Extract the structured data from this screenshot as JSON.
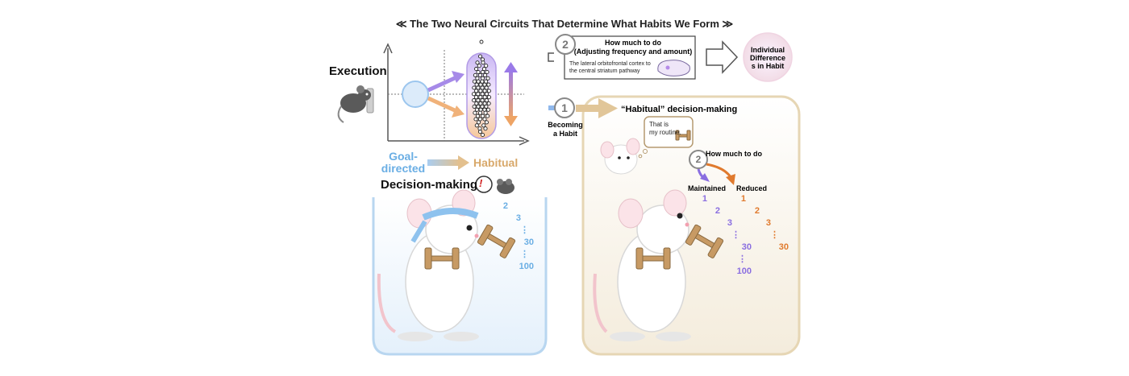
{
  "title": "≪ The Two Neural Circuits That Determine What Habits We Form ≫",
  "left_panel": {
    "execution_label": "Execution",
    "goal_directed_label": "Goal-\ndirected",
    "habitual_label": "Habitual",
    "decision_making_label": "Decision-making",
    "alert_symbol": "!",
    "count_sequence": [
      "2",
      "3",
      "⋮",
      "30",
      "⋮",
      "100"
    ]
  },
  "circuit2": {
    "number": "2",
    "title": "How much to do\n(Adjusting frequency and amount)",
    "description": "The lateral orbitofrontal cortex to\nthe central striatum pathway"
  },
  "outcome_label": "Individual\nDifference\ns in Habit",
  "circuit1": {
    "number": "1",
    "label": "Becoming\na Habit"
  },
  "right_panel": {
    "title": "“Habitual” decision-making",
    "speech": "That is\nmy routine.",
    "how_much_number": "2",
    "how_much_label": "How much to do",
    "maintained": {
      "label": "Maintained",
      "sequence": [
        "1",
        "2",
        "3",
        "⋮",
        "30",
        "⋮",
        "100"
      ]
    },
    "reduced": {
      "label": "Reduced",
      "sequence": [
        "1",
        "2",
        "3",
        "⋮",
        "30"
      ]
    }
  },
  "colors": {
    "goal_blue": "#6aaee4",
    "habit_tan": "#d8a86a",
    "maintained_purple": "#8a6ee0",
    "reduced_orange": "#e07a2e",
    "panel_border_tan": "#e6d6b4",
    "panel_border_blue": "#b8d6f0"
  }
}
